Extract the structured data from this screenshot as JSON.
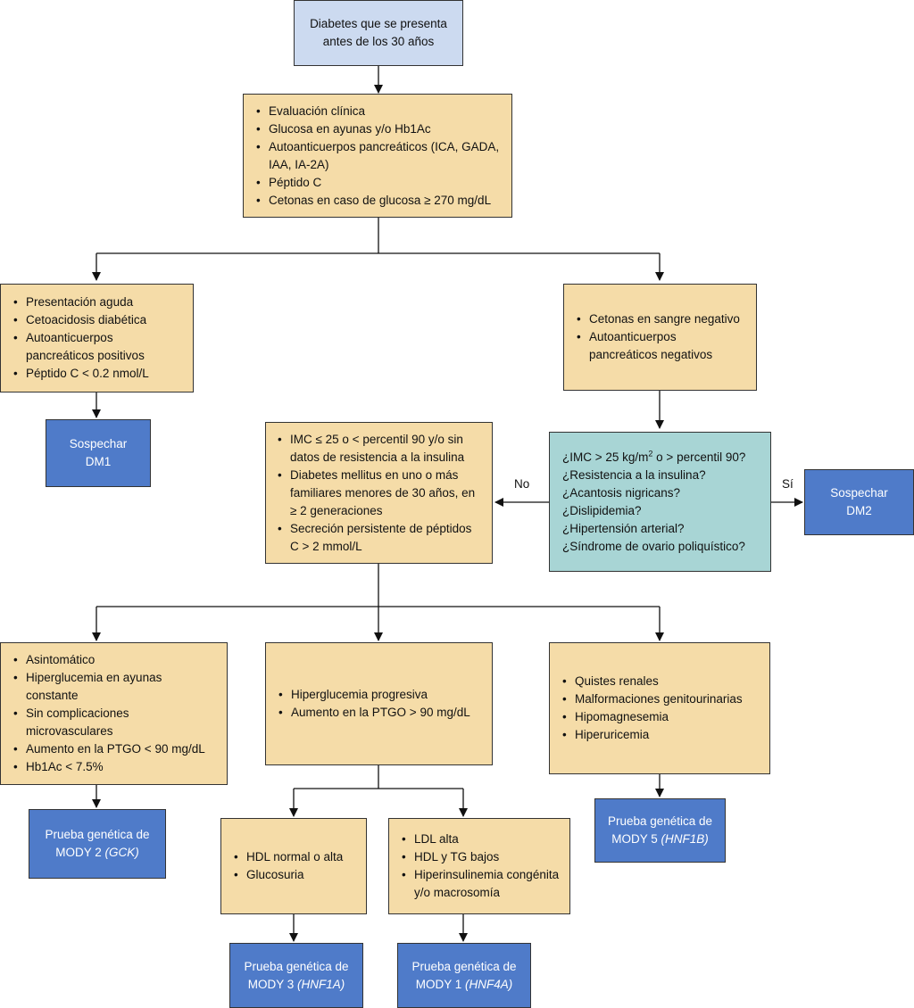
{
  "start": {
    "line1": "Diabetes que se presenta",
    "line2": "antes de los 30 años"
  },
  "evaluation": {
    "items": [
      "Evaluación clínica",
      "Glucosa en ayunas y/o Hb1Ac",
      "Autoanticuerpos pancreáticos (ICA, GADA,",
      "IAA, IA-2A)",
      "Péptido C",
      "Cetonas en caso de glucosa ≥ 270 mg/dL"
    ]
  },
  "left_branch": {
    "items": [
      "Presentación aguda",
      "Cetoacidosis diabética",
      "Autoanticuerpos",
      "pancreáticos positivos",
      "Péptido C < 0.2 nmol/L"
    ]
  },
  "dm1": {
    "line1": "Sospechar",
    "line2": "DM1"
  },
  "right_branch": {
    "items": [
      "Cetonas en sangre negativo",
      "Autoanticuerpos",
      "pancreáticos negativos"
    ]
  },
  "question": {
    "l1_pre": "¿IMC > 25 kg/m",
    "l1_sup": "2",
    "l1_post": " o > percentil 90?",
    "l2": "¿Resistencia a la insulina?",
    "l3": "¿Acantosis nigricans?",
    "l4": "¿Dislipidemia?",
    "l5": "¿Hipertensión arterial?",
    "l6": "¿Síndrome de ovario poliquístico?"
  },
  "labels": {
    "no": "No",
    "yes": "Sí"
  },
  "dm2": {
    "line1": "Sospechar",
    "line2": "DM2"
  },
  "mody_criteria": {
    "items": [
      "IMC ≤ 25 o < percentil 90 y/o sin",
      "datos de resistencia a la insulina",
      "Diabetes mellitus en uno o más",
      "familiares menores de 30 años, en",
      "≥ 2 generaciones",
      "Secreción persistente de péptidos",
      "C > 2 mmol/L"
    ]
  },
  "gck_box": {
    "items": [
      "Asintomático",
      "Hiperglucemia en ayunas",
      "constante",
      "Sin complicaciones",
      "microvasculares",
      "Aumento en la PTGO < 90 mg/dL",
      "Hb1Ac < 7.5%"
    ]
  },
  "progressive_box": {
    "items": [
      "Hiperglucemia progresiva",
      "Aumento en la PTGO > 90 mg/dL"
    ]
  },
  "renal_box": {
    "items": [
      "Quistes renales",
      "Malformaciones genitourinarias",
      "Hipomagnesemia",
      "Hiperuricemia"
    ]
  },
  "hdl_box": {
    "items": [
      "HDL normal o alta",
      "Glucosuria"
    ]
  },
  "ldl_box": {
    "items": [
      "LDL alta",
      "HDL y TG bajos",
      "Hiperinsulinemia congénita",
      "y/o macrosomía"
    ]
  },
  "mody2": {
    "line1": "Prueba genética de",
    "line2_pre": "MODY 2 ",
    "gene": "(GCK)"
  },
  "mody3": {
    "line1": "Prueba genética de",
    "line2_pre": "MODY 3 ",
    "gene": "(HNF1A)"
  },
  "mody1": {
    "line1": "Prueba genética de",
    "line2_pre": "MODY 1 ",
    "gene": "(HNF4A)"
  },
  "mody5": {
    "line1": "Prueba genética de",
    "line2_pre": "MODY 5 ",
    "gene": "(HNF1B)"
  }
}
